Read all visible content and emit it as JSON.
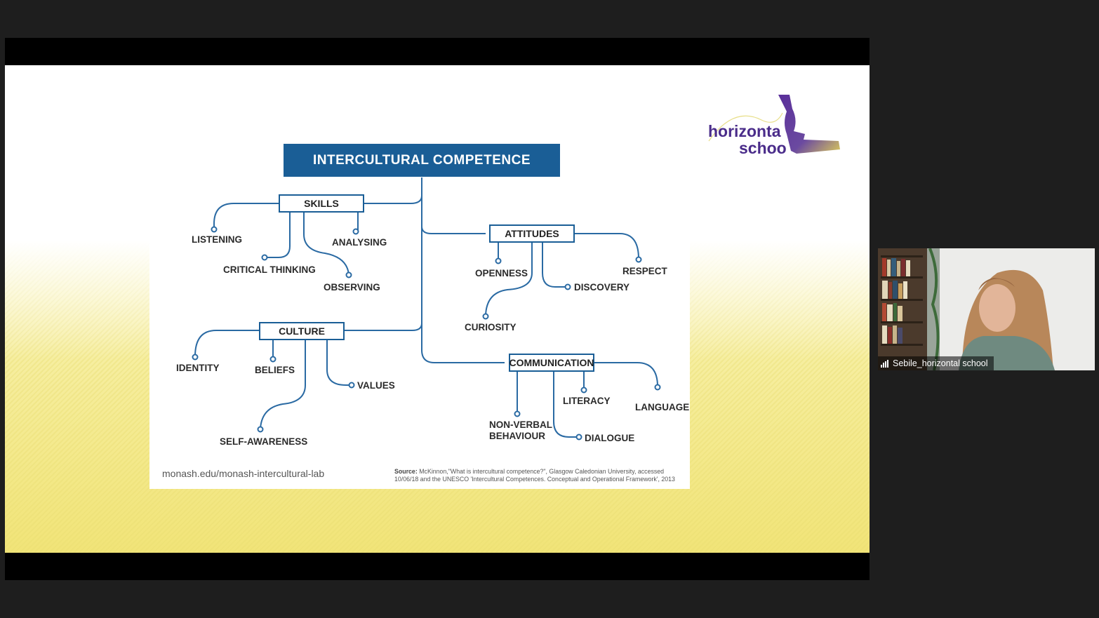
{
  "slide": {
    "title": "INTERCULTURAL COMPETENCE",
    "branches": {
      "skills": {
        "label": "SKILLS",
        "leaves": [
          "LISTENING",
          "CRITICAL THINKING",
          "ANALYSING",
          "OBSERVING"
        ]
      },
      "attitudes": {
        "label": "ATTITUDES",
        "leaves": [
          "OPENNESS",
          "DISCOVERY",
          "RESPECT",
          "CURIOSITY"
        ]
      },
      "culture": {
        "label": "CULTURE",
        "leaves": [
          "IDENTITY",
          "BELIEFS",
          "VALUES",
          "SELF-AWARENESS"
        ]
      },
      "communication": {
        "label": "COMMUNICATION",
        "leaves": [
          "NON-VERBAL",
          "BEHAVIOUR",
          "LITERACY",
          "LANGUAGE",
          "DIALOGUE"
        ]
      }
    },
    "url": "monash.edu/monash-intercultural-lab",
    "source_label": "Source:",
    "source_text": "McKinnon,\"What is intercultural competence?\", Glasgow Caledonian University, accessed 10/06/18 and the UNESCO 'Intercultural Competences. Conceptual and Operational Framework', 2013",
    "logo_line1": "horizonta",
    "logo_line2": "schoo"
  },
  "participant": {
    "name": "Sebile_horizontal school"
  },
  "colors": {
    "accent": "#1a5e96",
    "logo": "#4a2c8a"
  }
}
